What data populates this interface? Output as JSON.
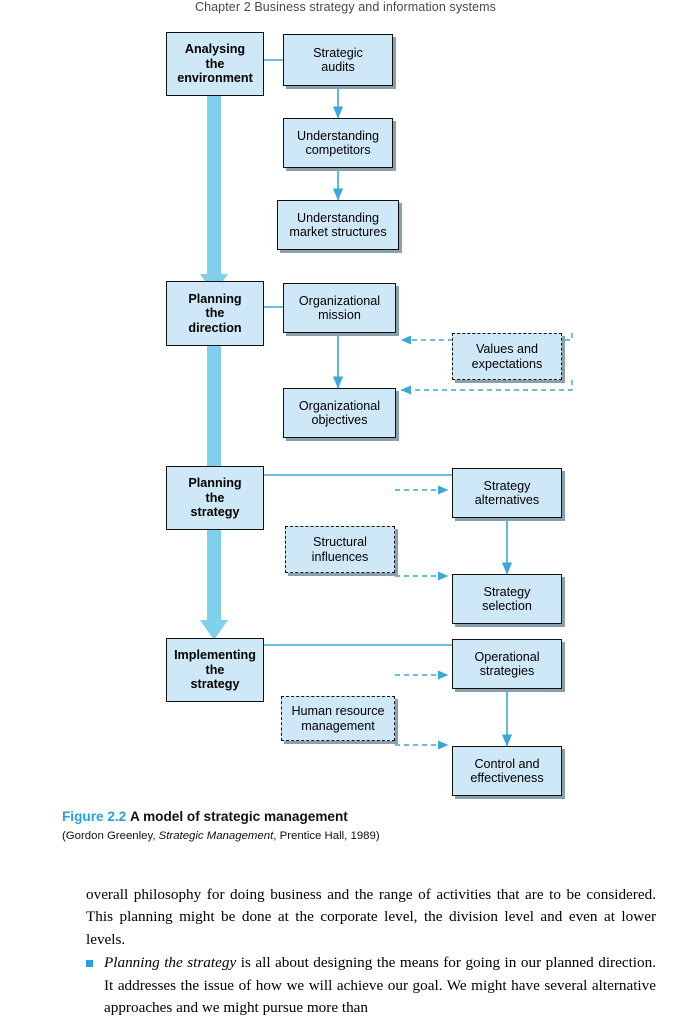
{
  "page": {
    "running_head": "Chapter 2  Business strategy and information systems"
  },
  "figure": {
    "caption_number": "Figure 2.2",
    "caption_title": "A model of strategic management",
    "credit_prefix": "(Gordon Greenley, ",
    "credit_italic": "Strategic Management",
    "credit_suffix": ", Prentice Hall, 1989)",
    "spine_boxes": [
      {
        "id": "analysing-the-environment",
        "label": "Analysing\nthe\nenvironment"
      },
      {
        "id": "planning-the-direction",
        "label": "Planning\nthe\ndirection"
      },
      {
        "id": "planning-the-strategy",
        "label": "Planning\nthe\nstrategy"
      },
      {
        "id": "implementing-the-strategy",
        "label": "Implementing\nthe\nstrategy"
      }
    ],
    "stage1_boxes": [
      {
        "id": "strategic-audits",
        "label": "Strategic\naudits"
      },
      {
        "id": "understanding-competitors",
        "label": "Understanding\ncompetitors"
      },
      {
        "id": "understanding-market-structures",
        "label": "Understanding\nmarket structures"
      }
    ],
    "stage2_boxes": [
      {
        "id": "organizational-mission",
        "label": "Organizational\nmission"
      },
      {
        "id": "organizational-objectives",
        "label": "Organizational\nobjectives"
      },
      {
        "id": "values-and-expectations",
        "label": "Values and\nexpectations"
      }
    ],
    "stage3_boxes": [
      {
        "id": "strategy-alternatives",
        "label": "Strategy\nalternatives"
      },
      {
        "id": "strategy-selection",
        "label": "Strategy\nselection"
      },
      {
        "id": "structural-influences",
        "label": "Structural\ninfluences"
      }
    ],
    "stage4_boxes": [
      {
        "id": "operational-strategies",
        "label": "Operational\nstrategies"
      },
      {
        "id": "control-and-effectiveness",
        "label": "Control and\neffectiveness"
      },
      {
        "id": "human-resource-management",
        "label": "Human resource\nmanagement"
      }
    ],
    "colors": {
      "box_fill": "#cfe8f7",
      "box_border": "#111111",
      "connector": "#3aa8d8",
      "spine_arrow": "#7fd0ea",
      "accent": "#23a3dd"
    }
  },
  "body": {
    "para1": "overall philosophy for doing business and the range of activities that are to be considered. This planning might be done at the corporate level, the division level and even at lower levels.",
    "bullet1_italic": "Planning the strategy",
    "bullet1_rest": " is all about designing the means for going in our planned direction. It addresses the issue of how we will achieve our goal. We might have several alternative approaches and we might pursue more than"
  }
}
